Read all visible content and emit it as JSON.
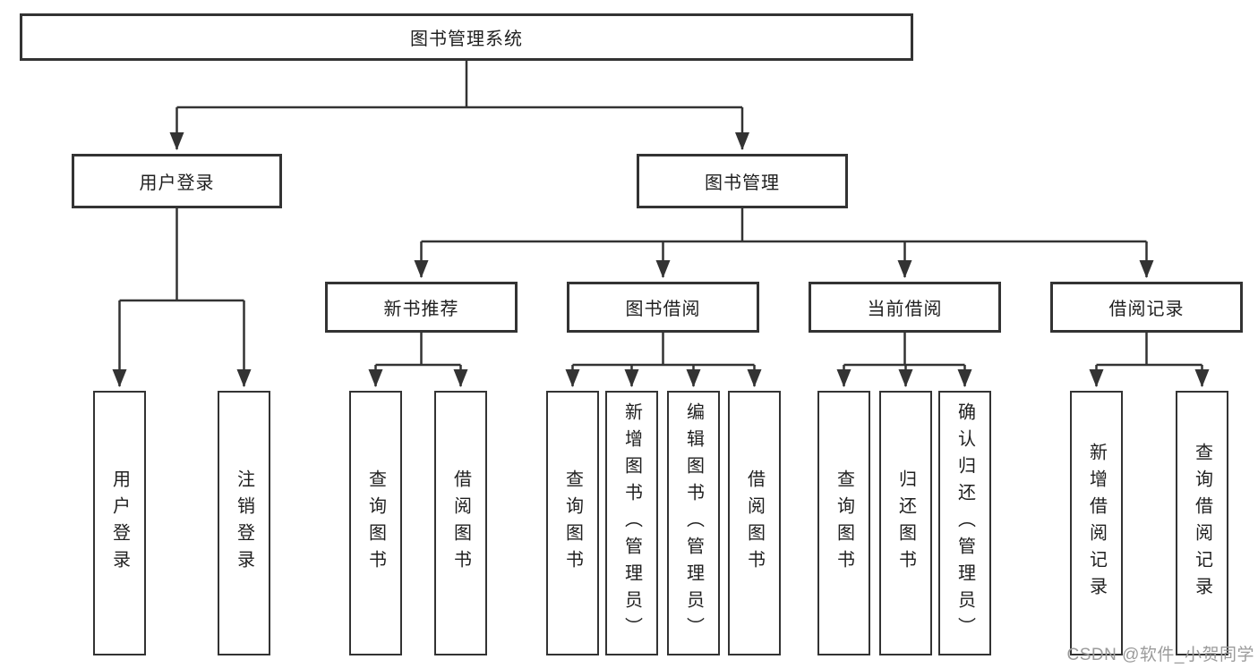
{
  "tree": {
    "root": {
      "label": "图书管理系统"
    },
    "branches": [
      {
        "label": "用户登录",
        "children": [
          {
            "label": "用户登录"
          },
          {
            "label": "注销登录"
          }
        ]
      },
      {
        "label": "图书管理",
        "children": [
          {
            "label": "新书推荐",
            "children": [
              {
                "label": "查询图书"
              },
              {
                "label": "借阅图书"
              }
            ]
          },
          {
            "label": "图书借阅",
            "children": [
              {
                "label": "查询图书"
              },
              {
                "label": "新增图书（管理员）"
              },
              {
                "label": "编辑图书（管理员）"
              },
              {
                "label": "借阅图书"
              }
            ]
          },
          {
            "label": "当前借阅",
            "children": [
              {
                "label": "查询图书"
              },
              {
                "label": "归还图书"
              },
              {
                "label": "确认归还（管理员）"
              }
            ]
          },
          {
            "label": "借阅记录",
            "children": [
              {
                "label": "新增借阅记录"
              },
              {
                "label": "查询借阅记录"
              }
            ]
          }
        ]
      }
    ]
  },
  "watermark": {
    "text": "CSDN @软件_小贺同学"
  },
  "colors": {
    "line": "#333333",
    "box_border": "#333333",
    "text": "#1f1f1f",
    "background": "#ffffff",
    "watermark": "#9b9b9b"
  }
}
